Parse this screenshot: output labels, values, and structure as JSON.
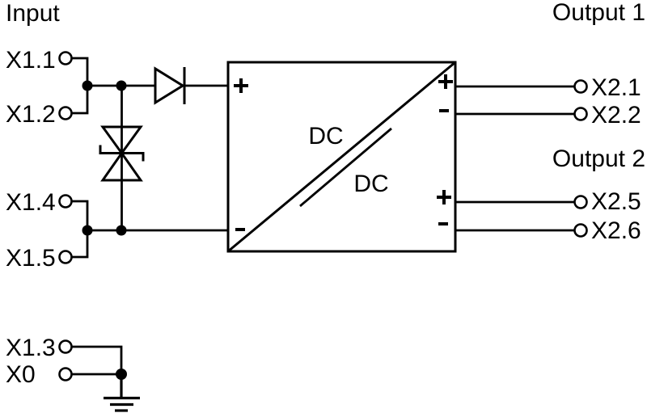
{
  "colors": {
    "line": "#000000",
    "background": "#ffffff"
  },
  "sections": {
    "input": {
      "label": "Input"
    },
    "output1": {
      "label": "Output 1"
    },
    "output2": {
      "label": "Output 2"
    }
  },
  "terminals": {
    "input": {
      "x1_1": "X1.1",
      "x1_2": "X1.2",
      "x1_4": "X1.4",
      "x1_5": "X1.5",
      "x1_3": "X1.3",
      "x0": "X0"
    },
    "output": {
      "x2_1": "X2.1",
      "x2_2": "X2.2",
      "x2_5": "X2.5",
      "x2_6": "X2.6"
    }
  },
  "converter": {
    "primary_label": "DC",
    "secondary_label": "DC",
    "polarity": {
      "plus": "+",
      "minus": "−"
    }
  },
  "symbols": {
    "series_diode": "diode-icon",
    "protection_diode": "bidirectional-suppressor-diode-icon",
    "ground": "earth-ground-icon"
  }
}
